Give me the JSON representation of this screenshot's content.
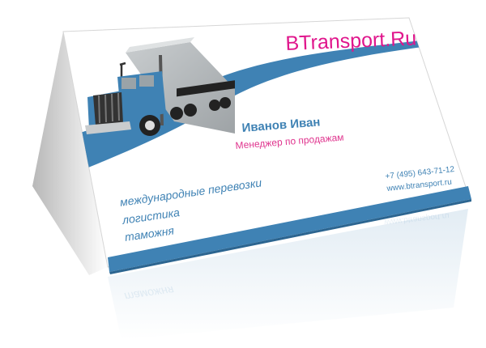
{
  "card": {
    "brand": "BTransport.Ru",
    "person_name": "Иванов Иван",
    "job_title": "Менеджер по продажам",
    "phone": "+7 (495) 643-71-12",
    "website": "www.btransport.ru",
    "services": [
      "международные перевозки",
      "логистика",
      "таможня"
    ]
  },
  "colors": {
    "brand_magenta": "#e0168c",
    "title_pink": "#e0368f",
    "accent_blue": "#3f82b4",
    "card_white": "#ffffff",
    "edge_gray": "#d6d6d6"
  },
  "illustration": {
    "icon": "truck-icon"
  }
}
